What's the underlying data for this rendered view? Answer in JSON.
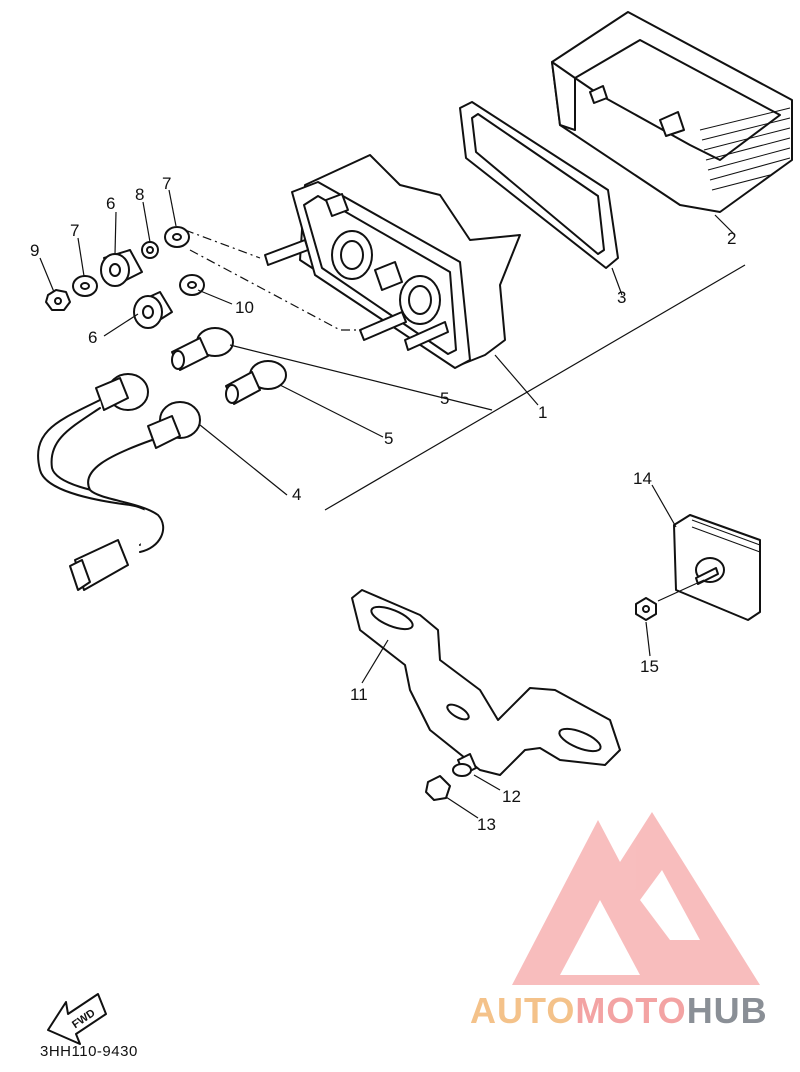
{
  "diagram_code": "3HH110-9430",
  "fwd_label": "FWD",
  "watermark": {
    "part1": "AUTO",
    "part2": "MOTO",
    "part3": "HUB",
    "colors": {
      "gold": "#f4c28a",
      "red": "#f3a3a3",
      "grey": "#8a8f96"
    }
  },
  "callouts": {
    "c1": "1",
    "c2": "2",
    "c3": "3",
    "c4": "4",
    "c5a": "5",
    "c5b": "5",
    "c6a": "6",
    "c6b": "6",
    "c7a": "7",
    "c7b": "7",
    "c8": "8",
    "c9": "9",
    "c10": "10",
    "c11": "11",
    "c12": "12",
    "c13": "13",
    "c14": "14",
    "c15": "15"
  }
}
